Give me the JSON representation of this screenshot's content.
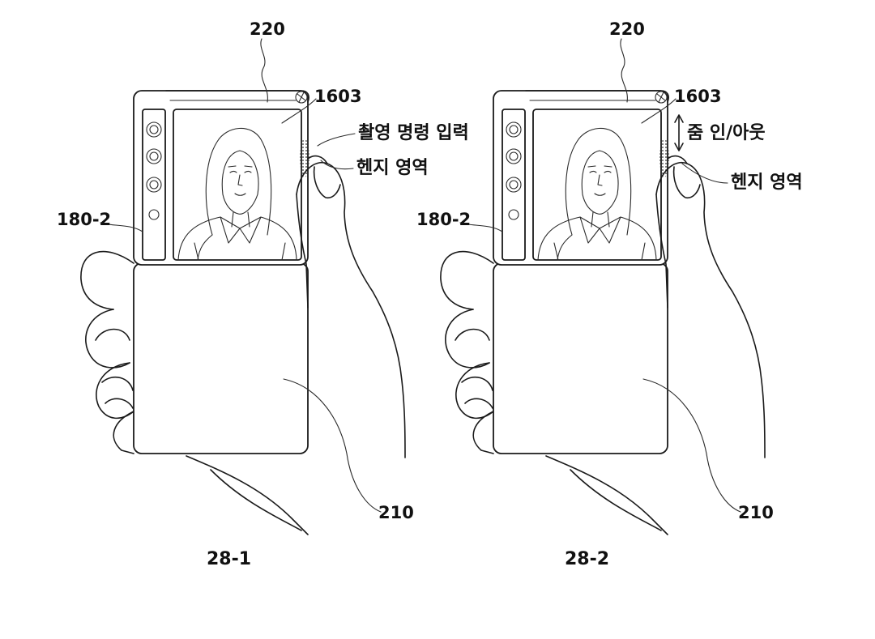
{
  "figures": [
    {
      "caption": "28-1",
      "ref_top": "220",
      "ref_screen": "1603",
      "ref_side": "180-2",
      "ref_body": "210",
      "label_cmd": "촬영 명령 입력",
      "label_bezel": "헨지 영역"
    },
    {
      "caption": "28-2",
      "ref_top": "220",
      "ref_screen": "1603",
      "ref_side": "180-2",
      "ref_body": "210",
      "label_zoom": "줌 인/아웃",
      "label_bezel": "헨지 영역"
    }
  ]
}
